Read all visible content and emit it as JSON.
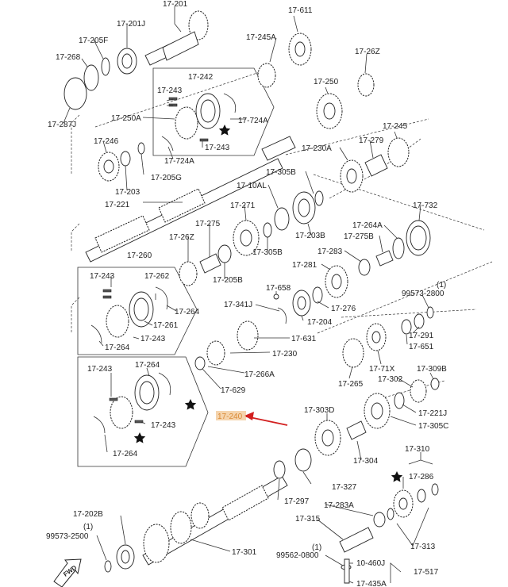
{
  "labels": {
    "l17201": "17-201",
    "l17201J": "17-201J",
    "l17205F": "17-205F",
    "l17268": "17-268",
    "l17287J": "17-287J",
    "l17611": "17-611",
    "l17245A": "17-245A",
    "l1726Z": "17-26Z",
    "l17242": "17-242",
    "l17243a": "17-243",
    "l17250A": "17-250A",
    "l17724Aa": "17-724A",
    "l17724Ab": "17-724A",
    "l17243b": "17-243",
    "l17250": "17-250",
    "l17245": "17-245",
    "l17246": "17-246",
    "l17205G": "17-205G",
    "l17203": "17-203",
    "l17230A": "17-230A",
    "l17279": "17-279",
    "l17305B": "17-305B",
    "l1710AL": "17-10AL",
    "l17221": "17-221",
    "l17271": "17-271",
    "l17203B": "17-203B",
    "l17732": "17-732",
    "l17275": "17-275",
    "l1726Zb": "17-26Z",
    "l17264A": "17-264A",
    "l17275B": "17-275B",
    "l17305Bb": "17-305B",
    "l17283": "17-283",
    "l17205B": "17-205B",
    "l17260": "17-260",
    "l17281": "17-281",
    "l17243c": "17-243",
    "l17262": "17-262",
    "l17658": "17-658",
    "l17264a": "17-264",
    "l17341J": "17-341J",
    "l17276": "17-276",
    "l99573_2800": "99573-2800",
    "l1a": "(1)",
    "l17261": "17-261",
    "l17204": "17-204",
    "l17291": "17-291",
    "l17243d": "17-243",
    "l17631": "17-631",
    "l17651": "17-651",
    "l17264b": "17-264",
    "l17230": "17-230",
    "l17265": "17-265",
    "l1771X": "17-71X",
    "l17309B": "17-309B",
    "l17243e": "17-243",
    "l17264c": "17-264",
    "l17266A": "17-266A",
    "l17302": "17-302",
    "l17629": "17-629",
    "l17221J": "17-221J",
    "l17240": "17-240",
    "l17303D": "17-303D",
    "l17305C": "17-305C",
    "l17243f": "17-243",
    "l17264d": "17-264",
    "l17304": "17-304",
    "l17310": "17-310",
    "l17327": "17-327",
    "l17286": "17-286",
    "l17297": "17-297",
    "l17202B": "17-202B",
    "l17283A": "17-283A",
    "l1b": "(1)",
    "l99573_2500": "99573-2500",
    "l17315": "17-315",
    "l17313": "17-313",
    "l17301": "17-301",
    "l1c": "(1)",
    "l99562_0800": "99562-0800",
    "l10460J": "10-460J",
    "l17517": "17-517",
    "l17435A": "17-435A",
    "fwd": "FWD"
  },
  "colors": {
    "highlight": "#e8a04a",
    "arrow": "#d21f1f",
    "line": "#333333"
  },
  "icons": {
    "star": "star-icon",
    "fwd": "fwd-arrow-icon"
  }
}
